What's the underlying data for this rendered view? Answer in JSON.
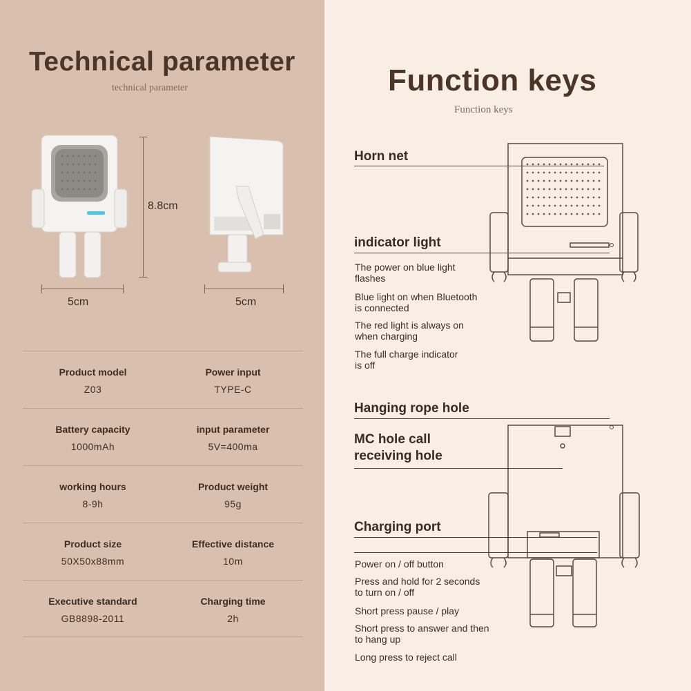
{
  "left": {
    "title": "Technical parameter",
    "subtitle": "technical parameter",
    "dimensions": {
      "height": "8.8cm",
      "width_front": "5cm",
      "width_side": "5cm"
    },
    "specs": [
      {
        "left": {
          "label": "Product model",
          "value": "Z03"
        },
        "right": {
          "label": "Power input",
          "value": "TYPE-C"
        }
      },
      {
        "left": {
          "label": "Battery capacity",
          "value": "1000mAh"
        },
        "right": {
          "label": "input parameter",
          "value": "5V=400ma"
        }
      },
      {
        "left": {
          "label": "working hours",
          "value": "8-9h"
        },
        "right": {
          "label": "Product weight",
          "value": "95g"
        }
      },
      {
        "left": {
          "label": "Product size",
          "value": "50X50x88mm"
        },
        "right": {
          "label": "Effective distance",
          "value": "10m"
        }
      },
      {
        "left": {
          "label": "Executive standard",
          "value": "GB8898-2011"
        },
        "right": {
          "label": "Charging time",
          "value": "2h"
        }
      }
    ]
  },
  "right": {
    "title": "Function keys",
    "subtitle": "Function keys",
    "horn_net": "Horn net",
    "indicator": {
      "heading": "indicator light",
      "items": [
        "The power on blue light flashes",
        "Blue light on when Bluetooth is connected",
        "The red light is always on when charging",
        "The full charge indicator is off"
      ]
    },
    "hanging": "Hanging rope hole",
    "mc_hole": {
      "line1": "MC hole call",
      "line2": "receiving hole"
    },
    "charging": {
      "heading": "Charging port",
      "items": [
        "Power on / off button",
        "Press and hold for 2 seconds to turn on / off",
        "Short press pause / play",
        "Short press to answer and then to hang up",
        "Long press to reject call"
      ]
    }
  },
  "colors": {
    "left_bg": "#d9c0ae",
    "right_bg": "#f8eee4",
    "text_dark": "#3a2a20",
    "indicator_blue": "#4fc6e8"
  }
}
